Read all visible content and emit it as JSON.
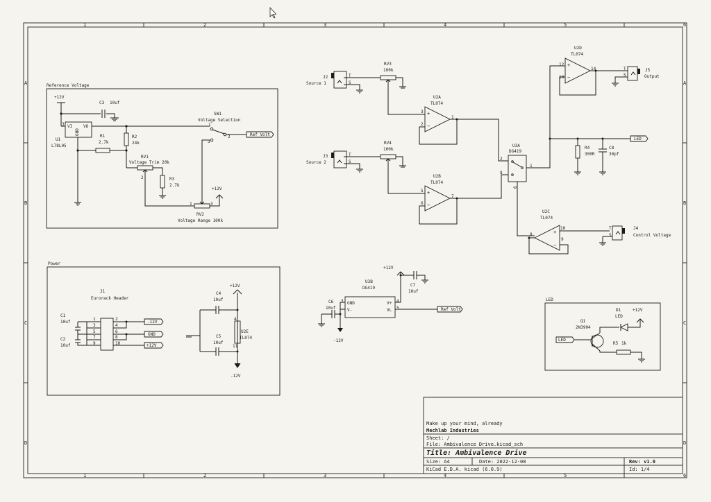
{
  "border": {
    "cols": [
      "1",
      "2",
      "3",
      "4",
      "5",
      "6"
    ],
    "rows": [
      "A",
      "B",
      "C",
      "D"
    ]
  },
  "groups": {
    "ref": "Reference Voltage",
    "power": "Power",
    "led": "LED"
  },
  "nets": {
    "p12": "+12V",
    "m12": "-12V",
    "gnd": "GND",
    "refv": "Ref Volt",
    "led": "LED"
  },
  "components": {
    "u1": {
      "ref": "U1",
      "val": "L78L05",
      "vi": "VI",
      "vo": "VO",
      "gnd": "GND",
      "p1": "3",
      "p2": "1"
    },
    "c3": {
      "ref": "C3",
      "val": "10uf"
    },
    "r1": {
      "ref": "R1",
      "val": "2.7k"
    },
    "r2": {
      "ref": "R2",
      "val": "24k"
    },
    "rv1": {
      "ref": "RV1",
      "val": "Voltage Trim 20k"
    },
    "r3": {
      "ref": "R3",
      "val": "2.7k"
    },
    "rv2": {
      "ref": "RV2",
      "val": "Voltage Range 100k"
    },
    "sw1": {
      "ref": "SW1",
      "val": "Voltage Selection"
    },
    "j2": {
      "ref": "J2",
      "val": "Source 1"
    },
    "j3": {
      "ref": "J3",
      "val": "Source 2"
    },
    "rv3": {
      "ref": "RV3",
      "val": "100k"
    },
    "rv4": {
      "ref": "RV4",
      "val": "100k"
    },
    "u2a": {
      "ref": "U2A",
      "val": "TL074"
    },
    "u2b": {
      "ref": "U2B",
      "val": "TL074"
    },
    "u2c": {
      "ref": "U2C",
      "val": "TL074"
    },
    "u2d": {
      "ref": "U2D",
      "val": "TL074"
    },
    "u2e": {
      "ref": "U2E",
      "val": "TL074"
    },
    "u3a": {
      "ref": "U3A",
      "val": "DG419"
    },
    "u3b": {
      "ref": "U3B",
      "val": "DG419",
      "gnd": "GND",
      "vminus": "V-",
      "vplus": "V+",
      "vl": "VL"
    },
    "r4": {
      "ref": "R4",
      "val": "300R"
    },
    "c8": {
      "ref": "C8",
      "val": "30pf"
    },
    "j5": {
      "ref": "J5",
      "val": "Output"
    },
    "j4": {
      "ref": "J4",
      "val": "Control Voltage"
    },
    "j1": {
      "ref": "J1",
      "val": "Eurorack Header"
    },
    "c1": {
      "ref": "C1",
      "val": "10uf"
    },
    "c2": {
      "ref": "C2",
      "val": "10uf"
    },
    "c4": {
      "ref": "C4",
      "val": "10uf"
    },
    "c5": {
      "ref": "C5",
      "val": "10uf"
    },
    "c6": {
      "ref": "C6",
      "val": "10uf"
    },
    "c7": {
      "ref": "C7",
      "val": "10uf"
    },
    "q1": {
      "ref": "Q1",
      "val": "2N3904"
    },
    "d1": {
      "ref": "D1",
      "val": "LED"
    },
    "r5": {
      "ref": "R5",
      "val": "1k"
    }
  },
  "pins": {
    "jt": "T",
    "js": "S",
    "opplus": "+",
    "opminus": "−",
    "u2a": [
      "3",
      "2",
      "1"
    ],
    "u2b": [
      "5",
      "6",
      "7"
    ],
    "u2c": [
      "8",
      "9",
      "10"
    ],
    "u2d": [
      "12",
      "13",
      "14"
    ],
    "u3a": [
      "2",
      "8",
      "1",
      "6"
    ],
    "u3b": [
      "3",
      "4",
      "5"
    ],
    "sw1": [
      "1",
      "2",
      "3"
    ],
    "rv": [
      "1",
      "2",
      "3"
    ],
    "u2e": [
      "4",
      "11"
    ],
    "header_left": [
      "1",
      "3",
      "5",
      "7",
      "9"
    ],
    "header_right": [
      "2",
      "4",
      "6",
      "8",
      "10"
    ]
  },
  "title_block": {
    "comment": "Make up your mind, already",
    "company": "Mechlab Industries",
    "sheet": "Sheet: /",
    "file": "File: Ambivalence Drive.kicad_sch",
    "title": "Title: Ambivalence Drive",
    "size": "Size: A4",
    "date": "Date: 2022-12-08",
    "rev": "Rev: v1.0",
    "tool": "KiCad E.D.A.  kicad (6.0.9)",
    "id": "Id: 1/4"
  },
  "icons": {
    "cursor": "mouse-cursor-icon"
  }
}
